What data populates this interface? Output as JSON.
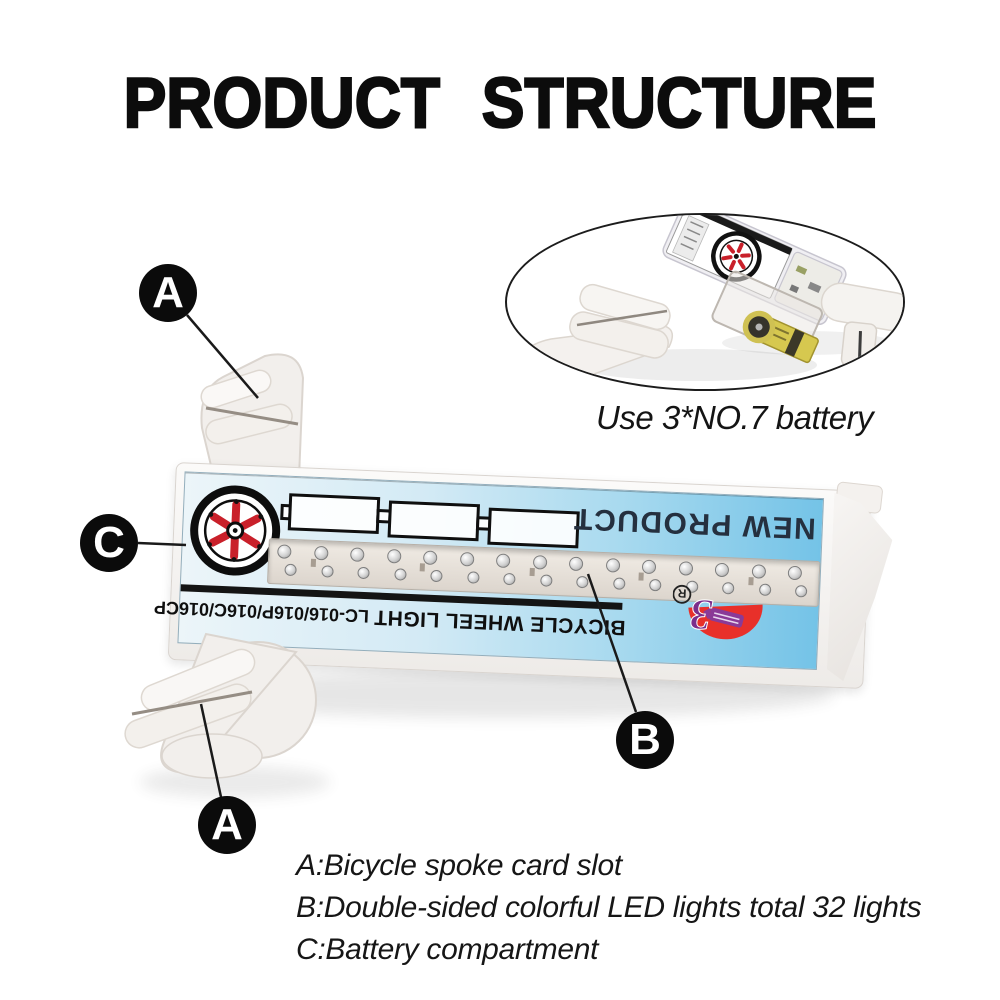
{
  "title": "PRODUCT STRUCTURE",
  "inset": {
    "caption": "Use 3*NO.7 battery"
  },
  "product": {
    "label_line1": "NEW PRODUCT",
    "label_name": "BICYCLE WHEEL LIGHT",
    "label_model": " LC-016/016P/016C/016CP",
    "brand_number": "3",
    "registered_mark": "R",
    "led_visible_pairs": 15
  },
  "callouts": [
    {
      "letter": "A"
    },
    {
      "letter": "C"
    },
    {
      "letter": "B"
    },
    {
      "letter": "A"
    }
  ],
  "legend": {
    "line_a": "A:Bicycle spoke card slot",
    "line_b": "B:Double-sided colorful LED lights total 32 lights",
    "line_c": "C:Battery compartment"
  },
  "colors": {
    "label_blue": "#74c3e7",
    "logo_red": "#e8302a",
    "logo_purple": "#7b2d8b",
    "battery_yellow": "#d6c84f",
    "callout_black": "#0b0b0b",
    "text_black": "#141414"
  }
}
